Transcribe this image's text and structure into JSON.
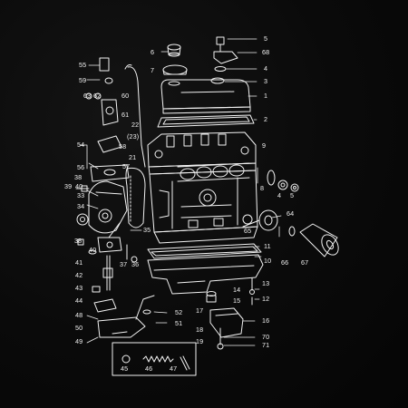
{
  "diagram": {
    "subject": "engine-exploded-view",
    "line_color": "#f2f2f2",
    "background_color": "#0b0b0b",
    "part_numbers": {
      "n1": "1",
      "n2": "2",
      "n3": "3",
      "n4": "4",
      "n5": "5",
      "n6": "6",
      "n7": "7",
      "n8": "8",
      "n9": "9",
      "n10": "10",
      "n11": "11",
      "n12": "12",
      "n13": "13",
      "n14": "14",
      "n15": "15",
      "n16": "16",
      "n17": "17",
      "n18": "18",
      "n19": "19",
      "n21": "21",
      "n22": "22",
      "n23": "(23)",
      "n33": "33",
      "n34": "34",
      "n35": "35",
      "n36": "36",
      "n37": "37",
      "n38": "38",
      "n39": "39",
      "n40": "40",
      "n41": "41",
      "n42": "42",
      "n43": "43",
      "n44": "44",
      "n45": "45",
      "n46": "46",
      "n47": "47",
      "n48": "48",
      "n49": "49",
      "n50": "50",
      "n51": "51",
      "n52": "52",
      "n54": "54",
      "n55": "55",
      "n56": "56",
      "n57": "57",
      "n58": "58",
      "n59": "59",
      "n60": "60",
      "n61": "61",
      "n62": "62",
      "n63": "63",
      "n64": "64",
      "n65": "65",
      "n66": "66",
      "n67": "67",
      "n68": "68",
      "n70": "70",
      "n71": "71"
    }
  }
}
